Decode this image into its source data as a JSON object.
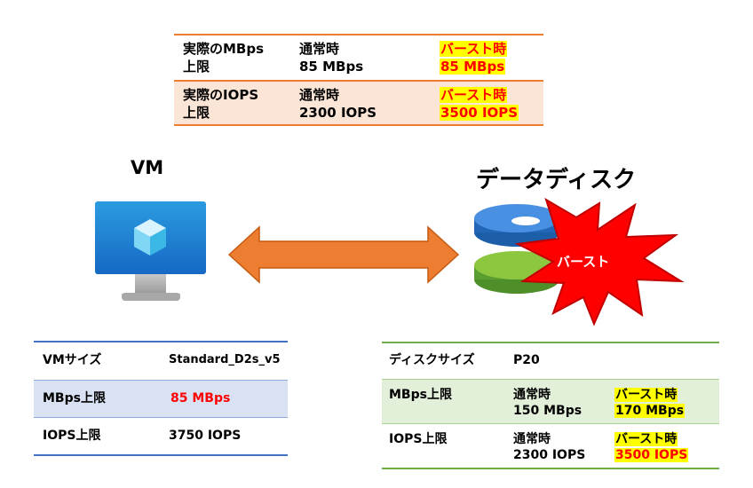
{
  "top_table": {
    "rows": [
      {
        "label_line1": "実際のMBps",
        "label_line2": "上限",
        "normal_line1": "通常時",
        "normal_line2": "85 MBps",
        "burst_line1": "バースト時",
        "burst_line2": "85 MBps"
      },
      {
        "label_line1": "実際のIOPS",
        "label_line2": "上限",
        "normal_line1": "通常時",
        "normal_line2": "2300 IOPS",
        "burst_line1": "バースト時",
        "burst_line2": "3500 IOPS"
      }
    ]
  },
  "vm": {
    "title": "VM",
    "icon": "azure-vm-monitor-cube-icon"
  },
  "disk": {
    "title": "データディスク",
    "icon": "stacked-disk-icon",
    "burst_label": "バースト"
  },
  "vm_table": {
    "rows": [
      {
        "label": "VMサイズ",
        "value": "Standard_D2s_v5"
      },
      {
        "label": "MBps上限",
        "value": "85 MBps"
      },
      {
        "label": "IOPS上限",
        "value": "3750 IOPS"
      }
    ]
  },
  "disk_table": {
    "rows": [
      {
        "label": "ディスクサイズ",
        "value": "P20"
      },
      {
        "label": "MBps上限",
        "normal_line1": "通常時",
        "normal_line2": "150 MBps",
        "burst_line1": "バースト時",
        "burst_line2": "170 MBps"
      },
      {
        "label": "IOPS上限",
        "normal_line1": "通常時",
        "normal_line2": "2300 IOPS",
        "burst_line1": "バースト時",
        "burst_line2": "3500 IOPS"
      }
    ]
  },
  "colors": {
    "orange": "#ed7d31",
    "orange_shade": "#fbe5d6",
    "blue": "#4472c4",
    "blue_shade": "#d9e2f3",
    "green": "#70ad47",
    "green_shade": "#e2efd9",
    "red": "#ff0000",
    "highlight": "#ffff00"
  }
}
